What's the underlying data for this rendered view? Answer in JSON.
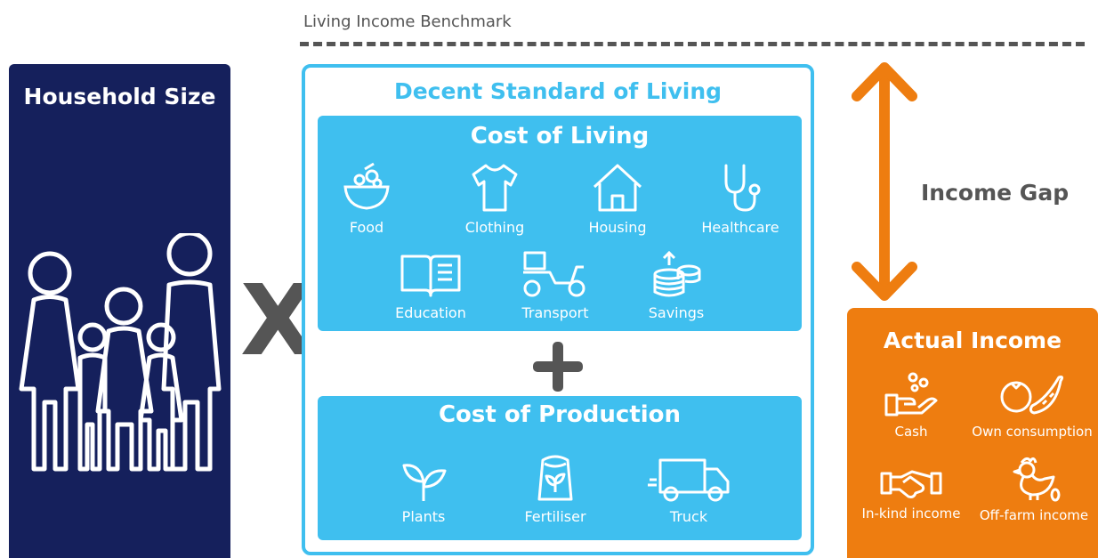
{
  "benchmark": {
    "label": "Living Income Benchmark"
  },
  "household": {
    "title": "Household Size"
  },
  "operator_times": "X",
  "decent_living": {
    "title": "Decent Standard of Living",
    "cost_of_living": {
      "title": "Cost of Living",
      "items": [
        {
          "label": "Food",
          "icon": "food-bowl-icon"
        },
        {
          "label": "Clothing",
          "icon": "tshirt-icon"
        },
        {
          "label": "Housing",
          "icon": "house-icon"
        },
        {
          "label": "Healthcare",
          "icon": "stethoscope-icon"
        },
        {
          "label": "Education",
          "icon": "book-icon"
        },
        {
          "label": "Transport",
          "icon": "scooter-icon"
        },
        {
          "label": "Savings",
          "icon": "coins-icon"
        }
      ]
    },
    "cost_of_production": {
      "title": "Cost of Production",
      "items": [
        {
          "label": "Plants",
          "icon": "sprout-icon"
        },
        {
          "label": "Fertiliser",
          "icon": "fertiliser-bag-icon"
        },
        {
          "label": "Truck",
          "icon": "truck-icon"
        }
      ]
    }
  },
  "income_gap": {
    "label": "Income Gap"
  },
  "actual_income": {
    "title": "Actual Income",
    "items": [
      {
        "label": "Cash",
        "icon": "hand-coins-icon"
      },
      {
        "label": "Own consumption",
        "icon": "vegetables-icon"
      },
      {
        "label": "In-kind income",
        "icon": "handshake-icon"
      },
      {
        "label": "Off-farm income",
        "icon": "chicken-icon"
      }
    ]
  },
  "colors": {
    "navy": "#15205c",
    "blue": "#3fbfef",
    "orange": "#ee7d10",
    "grey": "#555555"
  }
}
